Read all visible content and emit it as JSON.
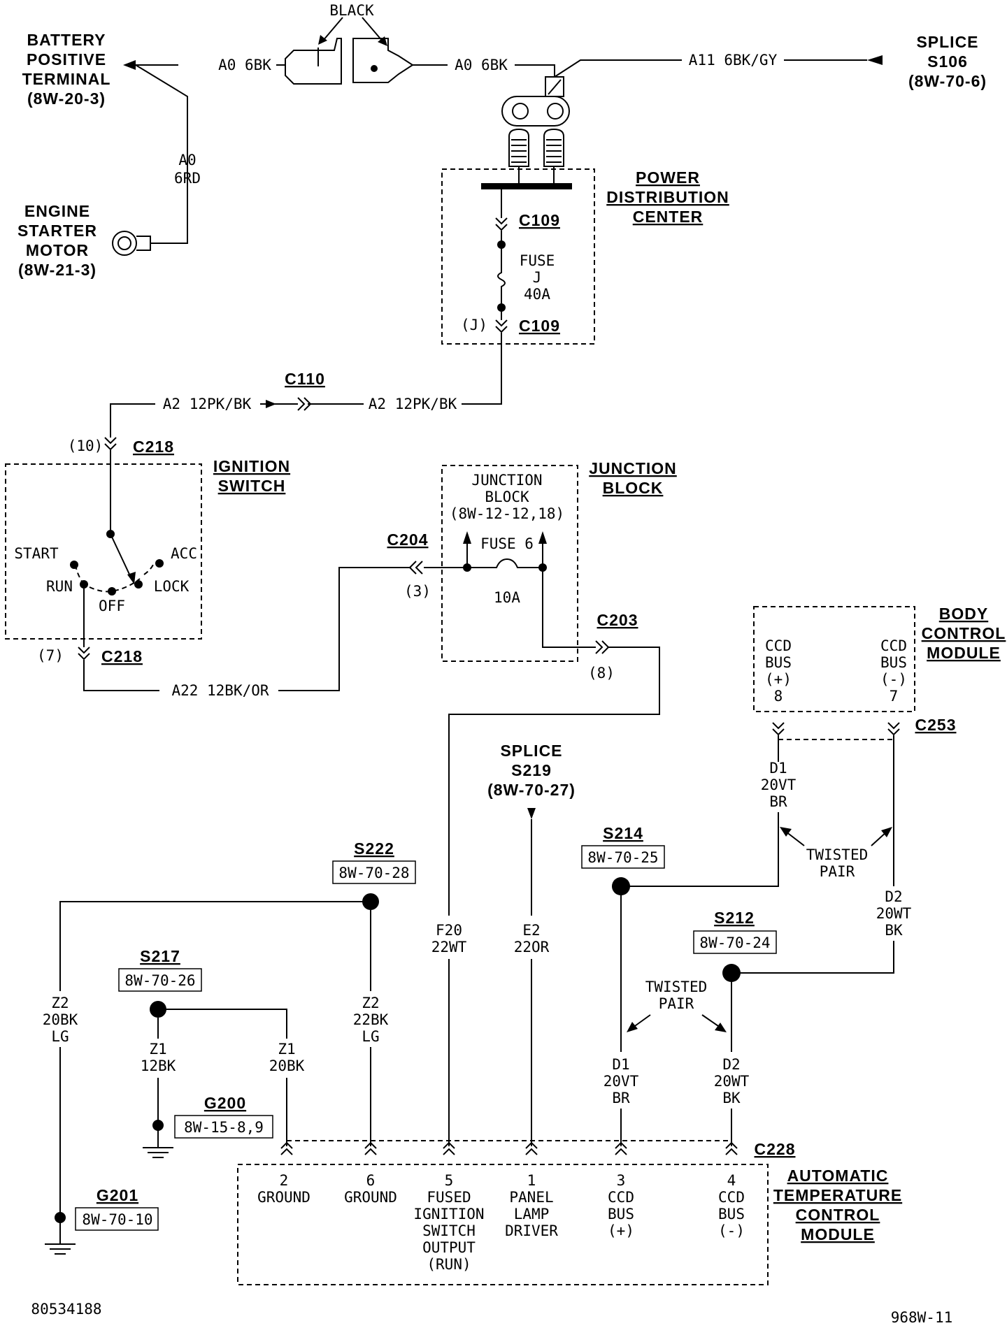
{
  "components": {
    "battery": [
      "BATTERY",
      "POSITIVE",
      "TERMINAL",
      "(8W-20-3)"
    ],
    "starter": [
      "ENGINE",
      "STARTER",
      "MOTOR",
      "(8W-21-3)"
    ],
    "splice_s106": [
      "SPLICE",
      "S106",
      "(8W-70-6)"
    ],
    "pdc": [
      "POWER",
      "DISTRIBUTION",
      "CENTER"
    ],
    "ignition_switch": [
      "IGNITION",
      "SWITCH"
    ],
    "junction_block_label": [
      "JUNCTION",
      "BLOCK"
    ],
    "junction_block_inner": [
      "JUNCTION",
      "BLOCK",
      "(8W-12-12,18)"
    ],
    "bcm": [
      "BODY",
      "CONTROL",
      "MODULE"
    ],
    "splice_s219": [
      "SPLICE",
      "S219",
      "(8W-70-27)"
    ],
    "atc": [
      "AUTOMATIC",
      "TEMPERATURE",
      "CONTROL",
      "MODULE"
    ]
  },
  "wires": {
    "a0_left": "A0 6BK",
    "a0_right": "A0 6BK",
    "a11": "A11 6BK/GY",
    "a0_6rd": [
      "A0",
      "6RD"
    ],
    "a2_left": "A2 12PK/BK",
    "a2_right": "A2 12PK/BK",
    "a22": "A22 12BK/OR",
    "f20": [
      "F20",
      "22WT"
    ],
    "e2": [
      "E2",
      "22OR"
    ],
    "d1_top": [
      "D1",
      "20VT",
      "BR"
    ],
    "d2_top": [
      "D2",
      "20WT",
      "BK"
    ],
    "d1_bottom": [
      "D1",
      "20VT",
      "BR"
    ],
    "d2_bottom": [
      "D2",
      "20WT",
      "BK"
    ],
    "z2_left": [
      "Z2",
      "20BK",
      "LG"
    ],
    "z2_right": [
      "Z2",
      "22BK",
      "LG"
    ],
    "z1_left": [
      "Z1",
      "12BK"
    ],
    "z1_right": [
      "Z1",
      "20BK"
    ]
  },
  "connectors": {
    "black": "BLACK",
    "c109": "C109",
    "c109_pin": "(J)",
    "c110": "C110",
    "c218": "C218",
    "c218_pin_top": "(10)",
    "c218_pin_bottom": "(7)",
    "c204": "C204",
    "c204_pin": "(3)",
    "c203": "C203",
    "c203_pin": "(8)",
    "c253": "C253",
    "c228": "C228"
  },
  "fuses": {
    "fuse_j": [
      "FUSE",
      "J",
      "40A"
    ],
    "fuse_6": "FUSE 6",
    "fuse_6_rating": "10A"
  },
  "switch_positions": {
    "start": "START",
    "acc": "ACC",
    "run": "RUN",
    "off": "OFF",
    "lock": "LOCK"
  },
  "bcm_pins": {
    "pos": [
      "CCD",
      "BUS",
      "(+)",
      "8"
    ],
    "neg": [
      "CCD",
      "BUS",
      "(-)",
      "7"
    ]
  },
  "twisted_pair": [
    "TWISTED",
    "PAIR"
  ],
  "splices": {
    "s222": {
      "name": "S222",
      "ref": "8W-70-28"
    },
    "s217": {
      "name": "S217",
      "ref": "8W-70-26"
    },
    "s214": {
      "name": "S214",
      "ref": "8W-70-25"
    },
    "s212": {
      "name": "S212",
      "ref": "8W-70-24"
    }
  },
  "grounds": {
    "g200": {
      "name": "G200",
      "ref": "8W-15-8,9"
    },
    "g201": {
      "name": "G201",
      "ref": "8W-70-10"
    }
  },
  "atc_pins": [
    [
      "2",
      "GROUND"
    ],
    [
      "6",
      "GROUND"
    ],
    [
      "5",
      "FUSED",
      "IGNITION",
      "SWITCH",
      "OUTPUT",
      "(RUN)"
    ],
    [
      "1",
      "PANEL",
      "LAMP",
      "DRIVER"
    ],
    [
      "3",
      "CCD",
      "BUS",
      "(+)"
    ],
    [
      "4",
      "CCD",
      "BUS",
      "(-)"
    ]
  ],
  "footer": {
    "left": "80534188",
    "right": "968W-11"
  }
}
